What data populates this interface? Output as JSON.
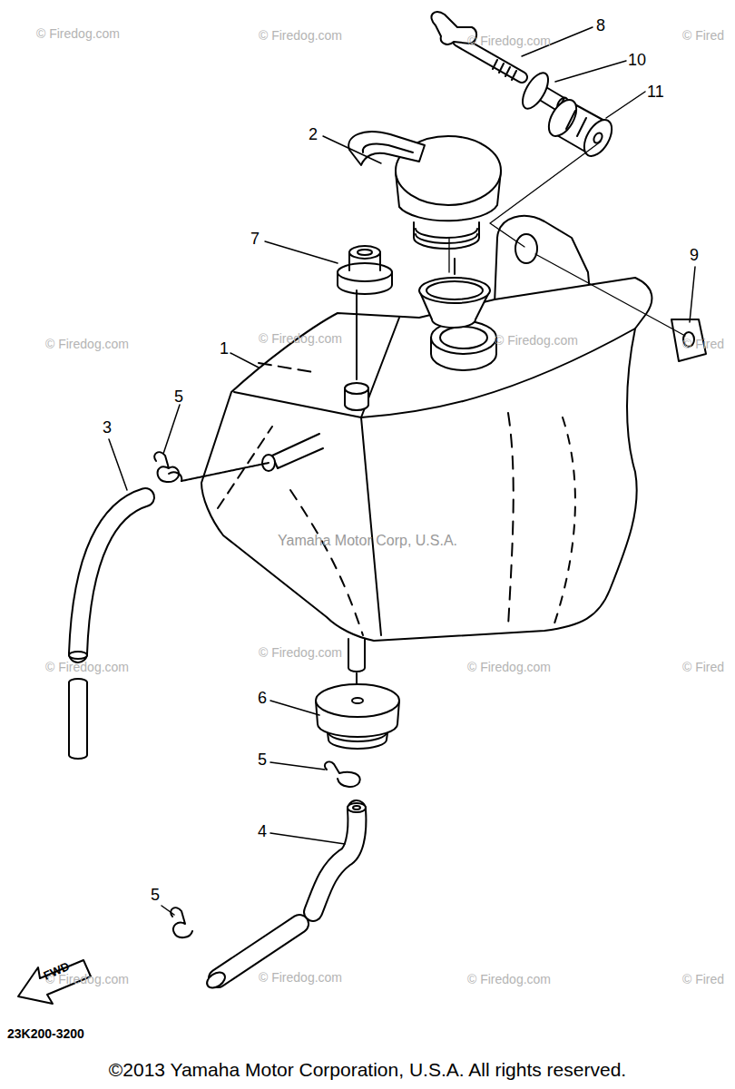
{
  "diagram": {
    "labels": [
      "© Firedog.com",
      "© Firedog.com",
      "8",
      "© Firedog.com",
      "© Fired",
      "10",
      "11",
      "2",
      "7",
      "9",
      "© Firedog.com",
      "1",
      "© Firedog.com",
      "© Firedog.com",
      "© Fired",
      "5",
      "3",
      "Yamaha Motor Corp, U.S.A.",
      "© Firedog.com",
      "© Firedog.com",
      "© Firedog.com",
      "© Fired",
      "6",
      "5",
      "4",
      "5",
      "© Firedog.com",
      "© Firedog.com",
      "© Firedog.com",
      "© Fired",
      "FWD",
      "23K200-3200",
      "©2013 Yamaha Motor Corporation, U.S.A. All rights reserved."
    ]
  }
}
